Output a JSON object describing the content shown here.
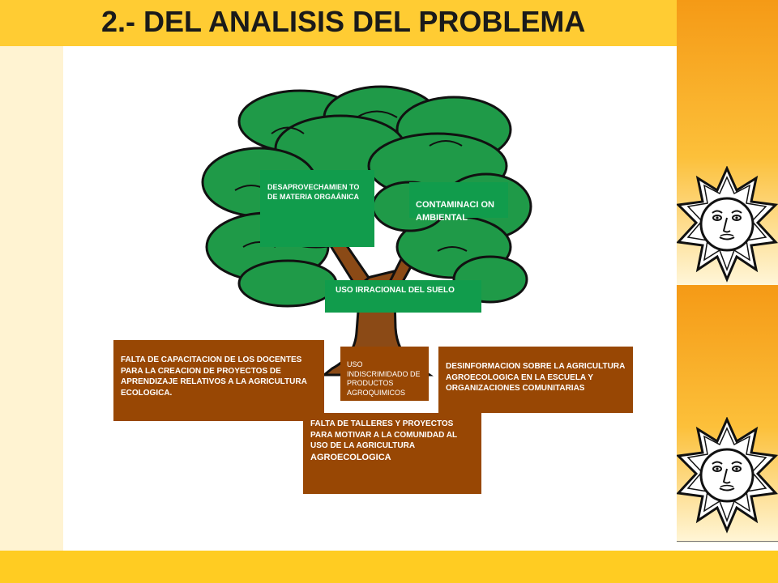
{
  "slide": {
    "title": "2.- DEL ANALISIS DEL PROBLEMA"
  },
  "tree_labels": {
    "organica": "DESAPROVECHAMIEN TO DE MATERIA ORGAÁNICA",
    "contaminacion": "CONTAMINACI ON AMBIENTAL",
    "suelo": "USO IRRACIONAL DEL SUELO"
  },
  "root_labels": {
    "capacitacion": "FALTA DE CAPACITACION DE LOS DOCENTES PARA LA CREACION DE PROYECTOS DE APRENDIZAJE RELATIVOS A LA AGRICULTURA ECOLOGICA.",
    "agroquimicos": "USO INDISCRIMIDADO DE PRODUCTOS AGROQUIMICOS",
    "desinformacion": "DESINFORMACION SOBRE LA AGRICULTURA AGROECOLOGICA EN LA ESCUELA Y ORGANIZACIONES COMUNITARIAS",
    "talleres_a": "FALTA DE TALLERES Y PROYECTOS PARA MOTIVAR A LA COMUNIDAD AL USO DE LA AGRICULTURA",
    "talleres_b": "AGROECOLOGICA"
  },
  "colors": {
    "title_bar": "#ffcc33",
    "foliage": "#1f9a48",
    "trunk": "#8b4a16",
    "effect_box": "#119c4c",
    "cause_box": "#984704"
  }
}
